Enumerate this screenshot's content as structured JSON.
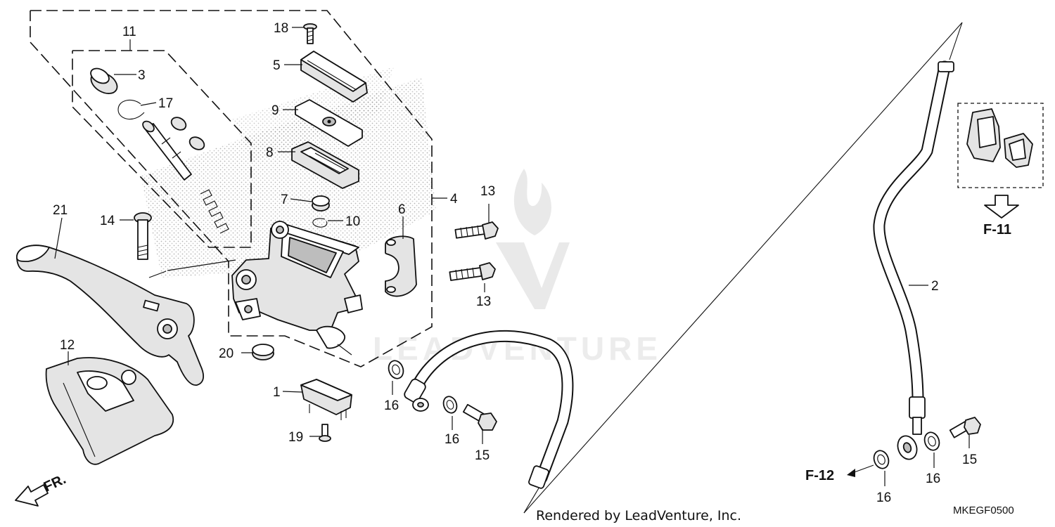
{
  "callouts": {
    "c1": "1",
    "c2": "2",
    "c3": "3",
    "c4": "4",
    "c5": "5",
    "c6": "6",
    "c7": "7",
    "c8": "8",
    "c9": "9",
    "c10": "10",
    "c11": "11",
    "c12": "12",
    "c13a": "13",
    "c13b": "13",
    "c14": "14",
    "c15a": "15",
    "c15b": "15",
    "c16a": "16",
    "c16b": "16",
    "c16c": "16",
    "c16d": "16",
    "c17": "17",
    "c18": "18",
    "c19": "19",
    "c20": "20",
    "c21": "21"
  },
  "references": {
    "f11": "F-11",
    "f12": "F-12",
    "front": "FR."
  },
  "watermark": "LEADVENTURE",
  "footer": {
    "rendered_by": "Rendered by LeadVenture, Inc.",
    "diagram_code": "MKEGF0500"
  },
  "colors": {
    "ink": "#111111",
    "watermark": "#e9e9e9",
    "shade": "#e4e4e4"
  }
}
